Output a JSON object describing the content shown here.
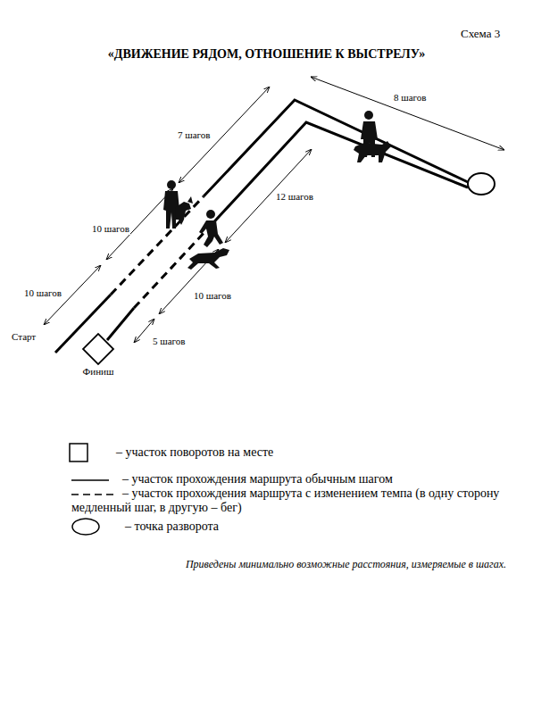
{
  "diagram": {
    "title": "«ДВИЖЕНИЕ РЯДОМ, ОТНОШЕНИЕ К ВЫСТРЕЛУ»",
    "caption": "Приведены минимально возможные расстояния, измеряемые в шагах.",
    "nodes": [
      {
        "text": [
          "Финиш"
        ]
      }
    ],
    "labels": [
      "Схема 3",
      "Старт",
      "8 шагов",
      "7 шагов",
      "10 шагов",
      "10 шагов",
      "12 шагов",
      "10 шагов",
      "5 шагов"
    ],
    "legend": [
      {
        "text": "– участок поворотов на месте"
      },
      {
        "text": "– участок прохождения маршрута обычным шагом"
      },
      {
        "text": "– участок прохождения маршрута с изменением темпа (в одну сторону медленный шаг, в другую – бег)"
      },
      {
        "text": "– точка разворота"
      }
    ]
  }
}
